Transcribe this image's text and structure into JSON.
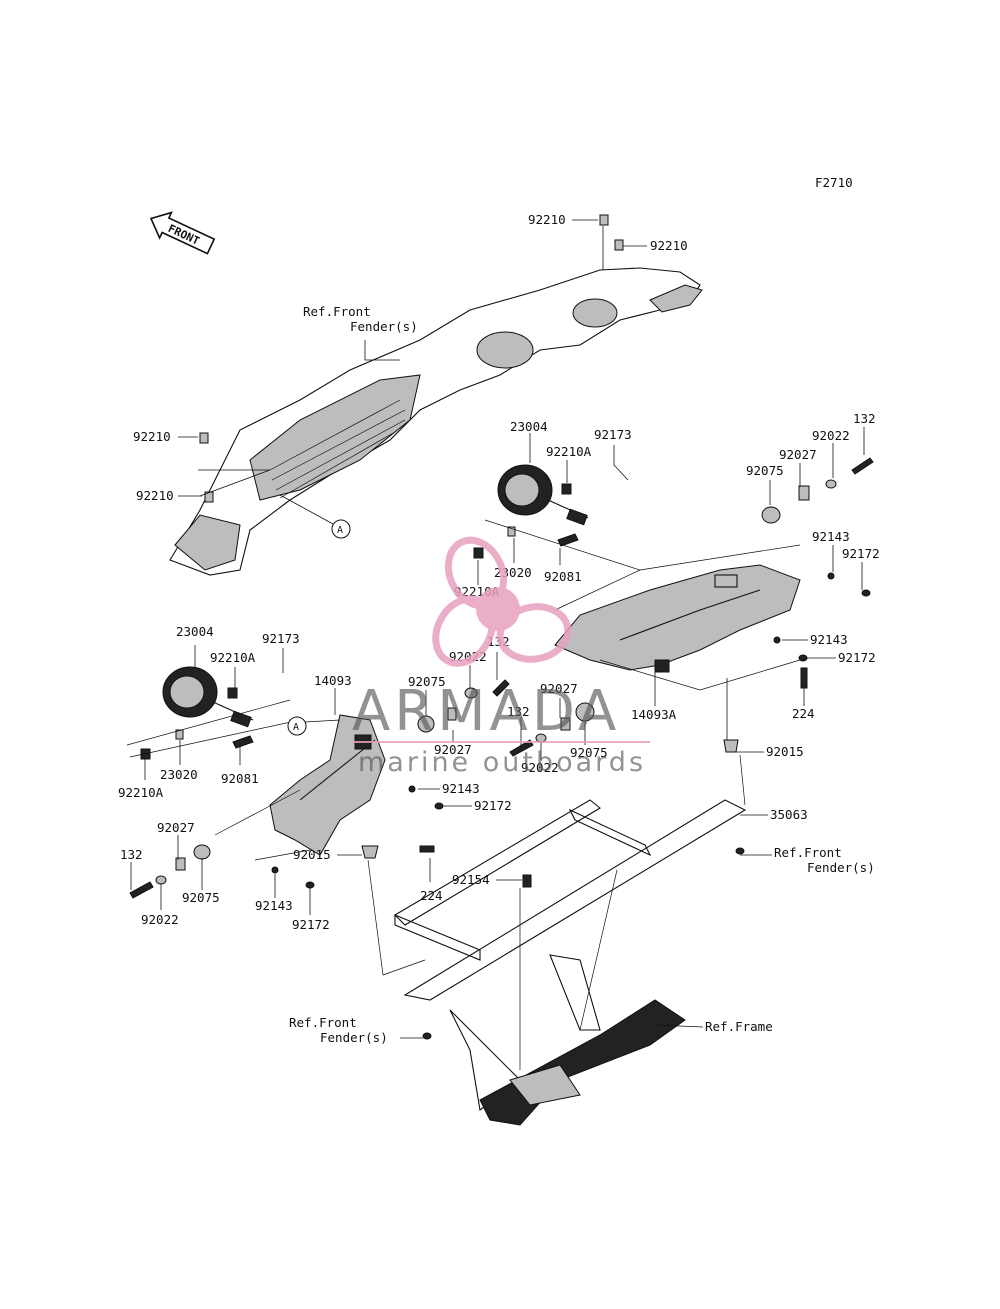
{
  "figure_code": "F2710",
  "front_arrow_label": "FRONT",
  "watermark": {
    "brand": "ARMADA",
    "tagline": "marine outboards",
    "color": "#e8a0bf"
  },
  "circle_marker": "A",
  "labels": [
    "92210",
    "92210",
    "92210",
    "92210",
    "Ref.Front",
    "Fender(s)",
    "23004",
    "92210A",
    "92173",
    "23020",
    "92081",
    "92210A",
    "132",
    "92022",
    "92027",
    "92075",
    "92143",
    "92172",
    "92143",
    "92172",
    "224",
    "92015",
    "14093A",
    "132",
    "92022",
    "92075",
    "92027",
    "92075",
    "92027",
    "132",
    "92022",
    "23004",
    "92210A",
    "92173",
    "14093",
    "23020",
    "92081",
    "92210A",
    "92143",
    "92172",
    "92015",
    "224",
    "132",
    "92027",
    "92075",
    "92022",
    "92143",
    "92172",
    "35063",
    "Ref.Front",
    "Fender(s)",
    "92154",
    "Ref.Front",
    "Fender(s)",
    "Ref.Frame",
    "A"
  ]
}
